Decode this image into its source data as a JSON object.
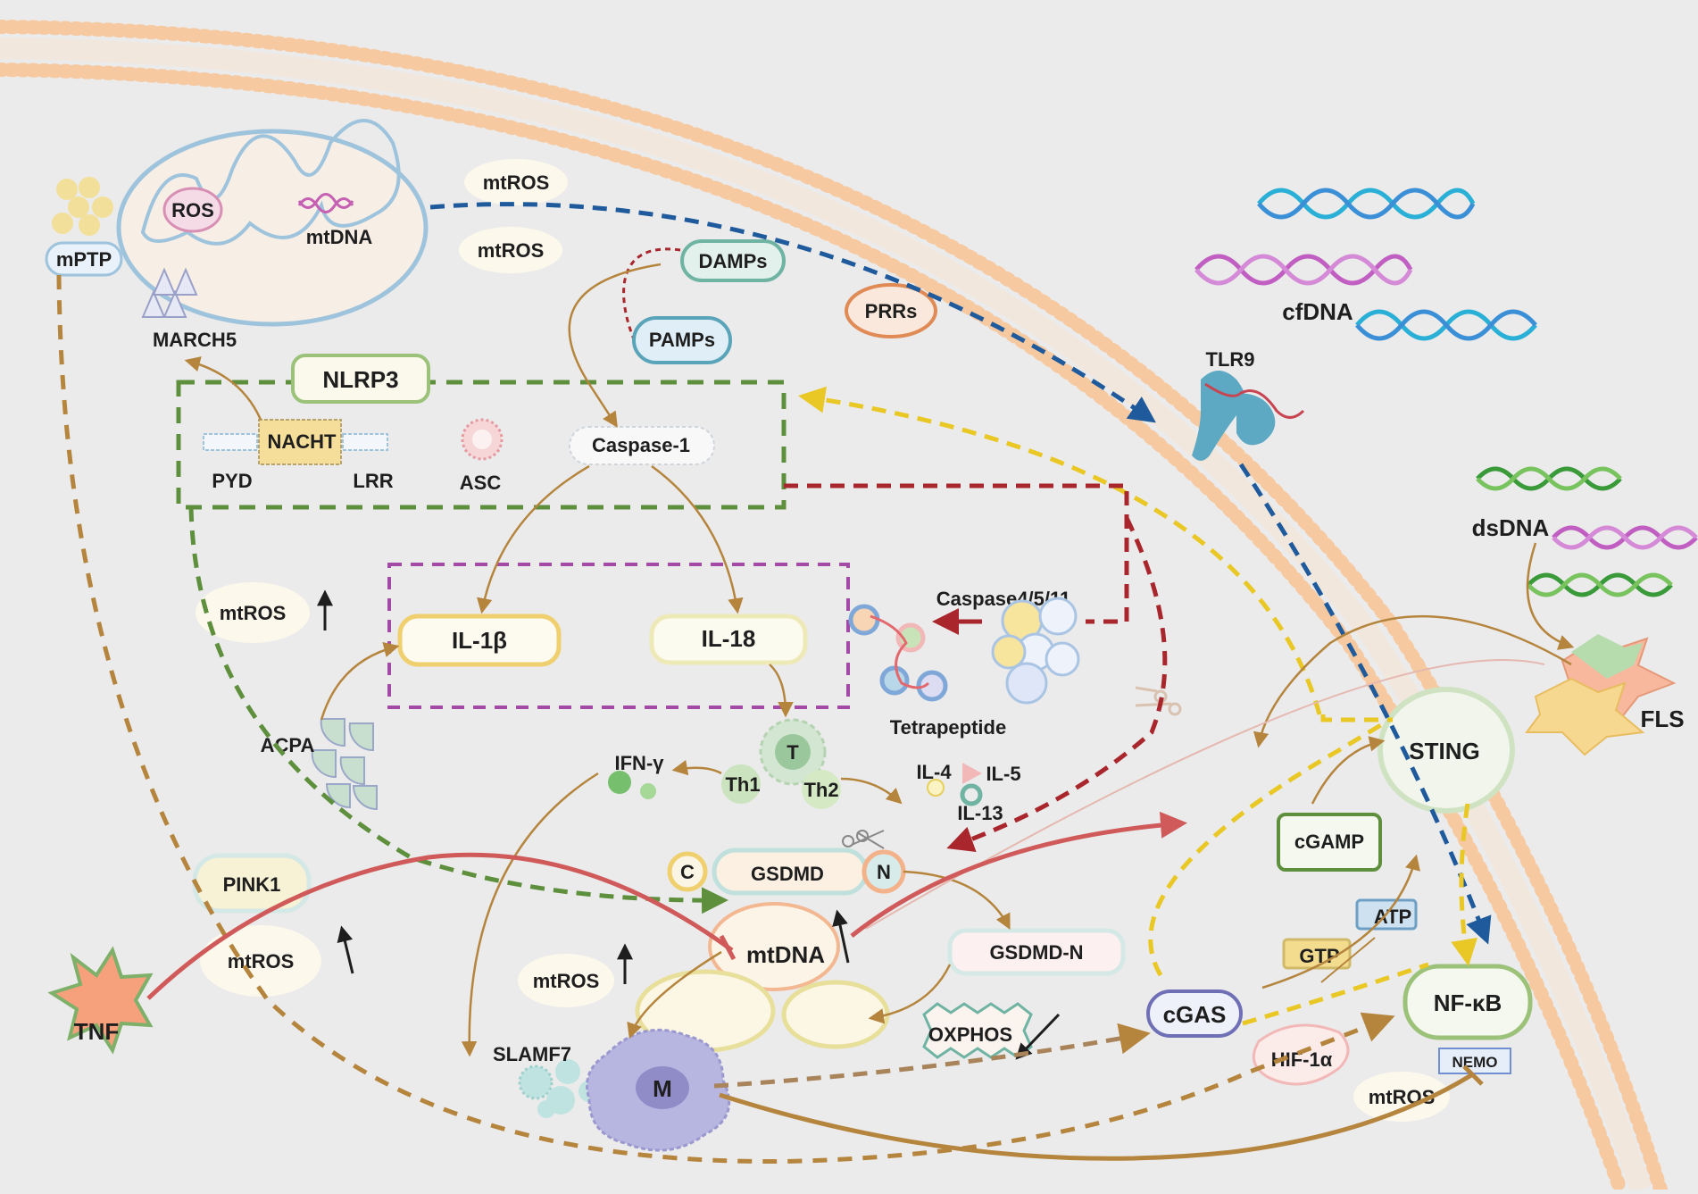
{
  "labels": {
    "mptp": "mPTP",
    "ros": "ROS",
    "mtdna_top": "mtDNA",
    "march5": "MARCH5",
    "mtros_1": "mtROS",
    "mtros_2": "mtROS",
    "mtros_3": "mtROS",
    "mtros_4": "mtROS",
    "mtros_5": "mtROS",
    "mtros_6": "mtROS",
    "damps": "DAMPs",
    "pamps": "PAMPs",
    "prrs": "PRRs",
    "cfdna": "cfDNA",
    "tlr9": "TLR9",
    "nlrp3": "NLRP3",
    "nacht": "NACHT",
    "pyd": "PYD",
    "lrr": "LRR",
    "asc": "ASC",
    "caspase1": "Caspase-1",
    "dsdna": "dsDNA",
    "caspase4511": "Caspase4/5/11",
    "il1b": "IL-1β",
    "il18": "IL-18",
    "tetrapeptide": "Tetrapeptide",
    "fls": "FLS",
    "acpa": "ACPA",
    "ifng": "IFN-γ",
    "t": "T",
    "th1": "Th1",
    "th2": "Th2",
    "il4": "IL-4",
    "il5": "IL-5",
    "il13": "IL-13",
    "sting": "STING",
    "cgamp": "cGAMP",
    "pink1": "PINK1",
    "c": "C",
    "gsdmd": "GSDMD",
    "n": "N",
    "mtdna_mid": "mtDNA",
    "gsdmdn": "GSDMD-N",
    "atp": "ATP",
    "gtp": "GTP",
    "tnf": "TNF",
    "oxphos": "OXPHOS",
    "cgas": "cGAS",
    "nfkb": "NF-κB",
    "nemo": "NEMO",
    "hif1a": "HIF-1α",
    "slamf7": "SLAMF7",
    "m": "M"
  },
  "colors": {
    "background": "#ebebeb",
    "membrane": "#f6c9a0",
    "green_dash": "#5e8f3c",
    "purple_dash": "#a24aa6",
    "red_dash": "#a8262c",
    "blue_dash": "#1f5b9c",
    "yellow_dash": "#e9c724",
    "brown": "#b5853e",
    "red_solid": "#d05a5a"
  }
}
